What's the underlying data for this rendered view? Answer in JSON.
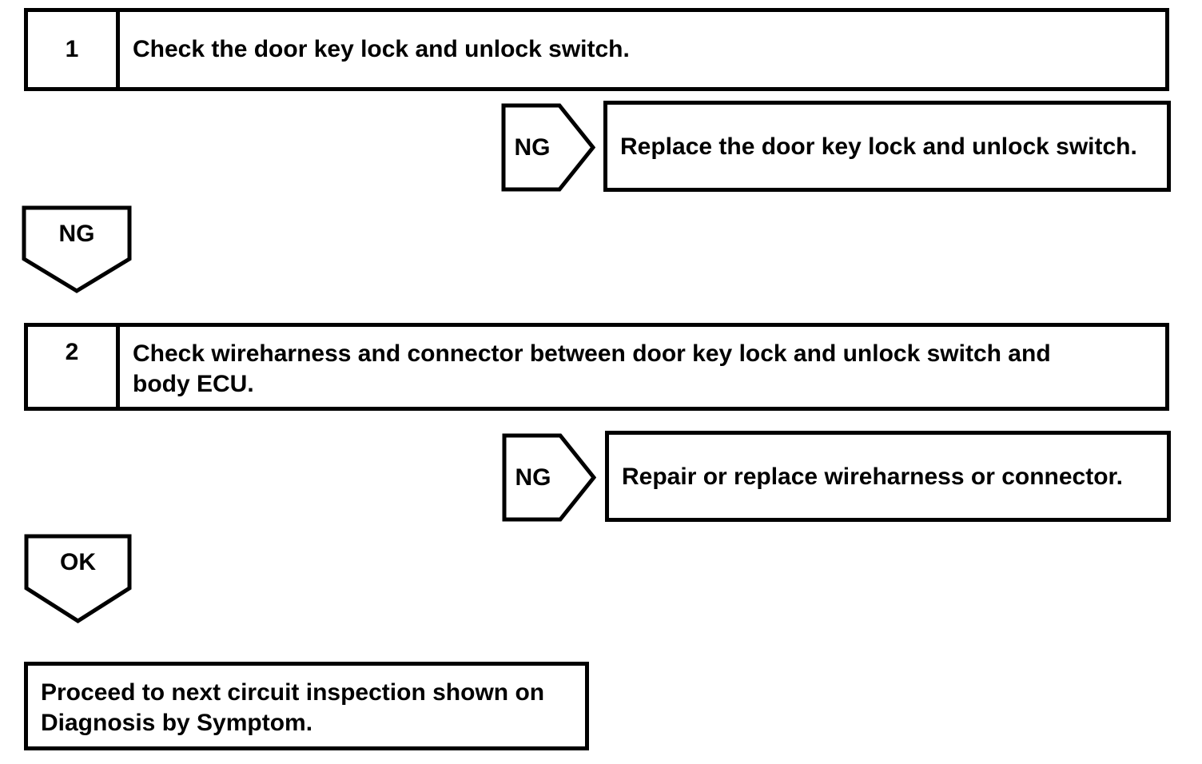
{
  "page": {
    "background_color": "#ffffff",
    "line_color": "#000000",
    "text_color": "#000000"
  },
  "flowchart": {
    "steps": [
      {
        "number": "1",
        "instruction": "Check the door key lock and unlock switch.",
        "branch_label": "NG",
        "branch_action": "Replace the door key lock and unlock switch.",
        "continue_label": "NG"
      },
      {
        "number": "2",
        "instruction": "Check wireharness and connector between door key lock and unlock switch and\nbody ECU.",
        "branch_label": "NG",
        "branch_action": "Repair or replace wireharness or connector.",
        "continue_label": "OK"
      }
    ],
    "terminal_action": "Proceed to next circuit inspection shown on\nDiagnosis by Symptom."
  }
}
